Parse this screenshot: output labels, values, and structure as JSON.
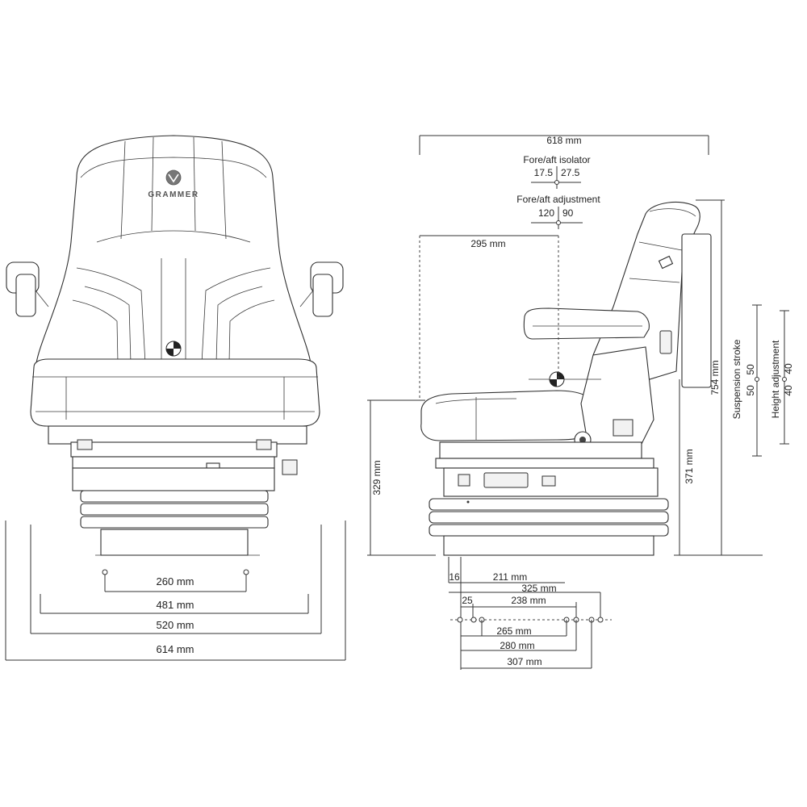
{
  "brand": "GRAMMER",
  "front_view": {
    "dim_260": "260 mm",
    "dim_481": "481 mm",
    "dim_520": "520 mm",
    "dim_614": "614 mm"
  },
  "side_view": {
    "dim_618": "618 mm",
    "fore_aft_isolator_title": "Fore/aft isolator",
    "fore_aft_isolator_left": "17.5",
    "fore_aft_isolator_right": "27.5",
    "fore_aft_adjustment_title": "Fore/aft adjustment",
    "fore_aft_adjustment_left": "120",
    "fore_aft_adjustment_right": "90",
    "dim_295": "295 mm",
    "dim_329": "329 mm",
    "dim_371": "371 mm",
    "dim_754": "754 mm",
    "suspension_stroke_label": "Suspension stroke",
    "suspension_stroke_top": "50",
    "suspension_stroke_bottom": "50",
    "height_adjustment_label": "Height adjustment",
    "height_adjustment_top": "40",
    "height_adjustment_bottom": "40",
    "dim_16": "16",
    "dim_211": "211 mm",
    "dim_325": "325 mm",
    "dim_25": "25",
    "dim_238": "238 mm",
    "dim_265": "265 mm",
    "dim_280": "280 mm",
    "dim_307": "307 mm"
  }
}
